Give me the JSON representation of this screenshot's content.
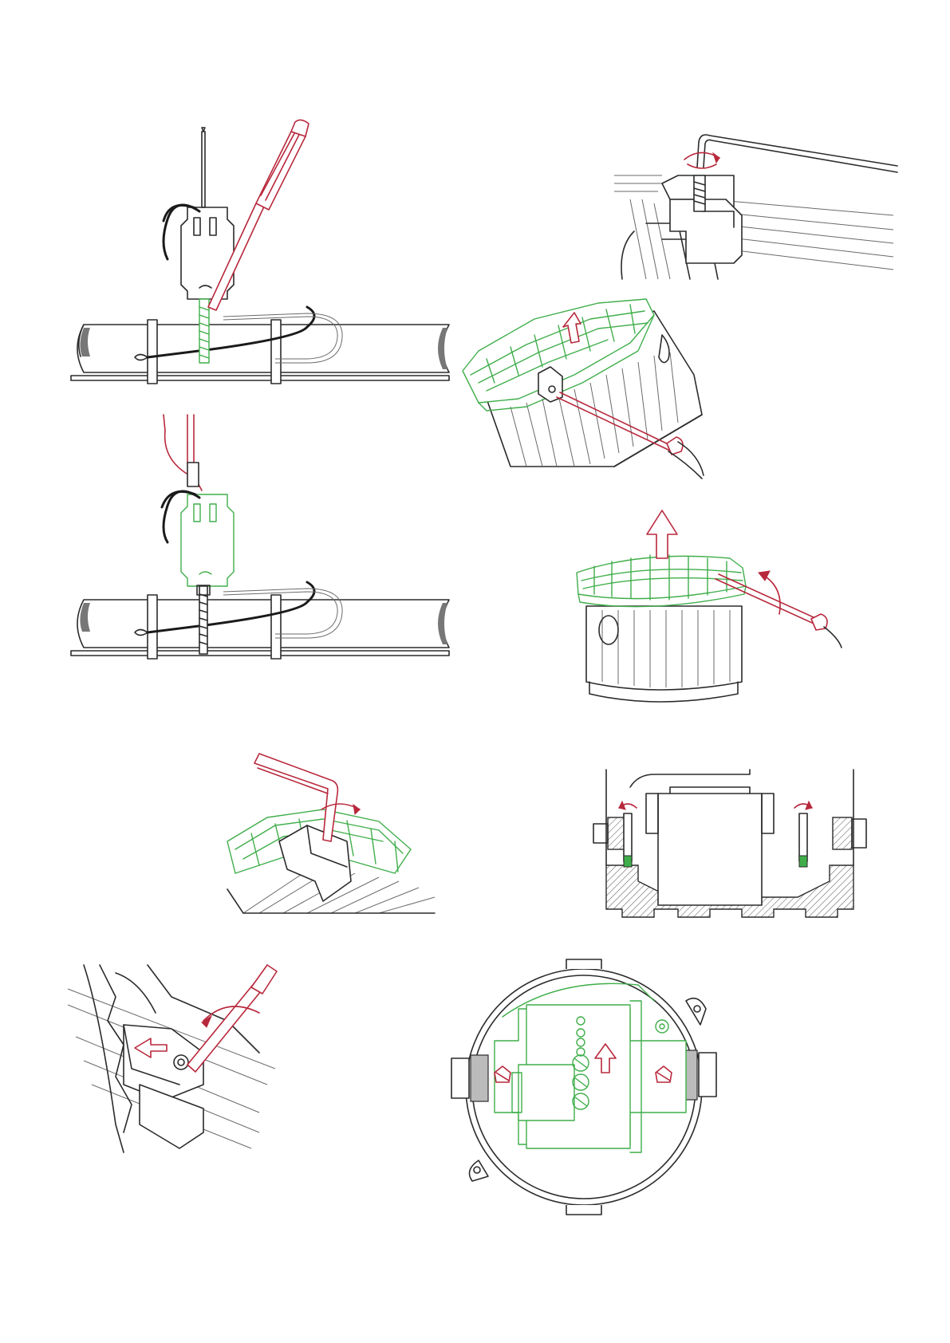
{
  "page": {
    "background": "#ffffff"
  },
  "colors": {
    "line": "#2b2b2b",
    "highlight_green": "#3fae4a",
    "tool_red": "#b8283c"
  },
  "figures": [
    {
      "id": "fig-1",
      "icon": "pipe-clamp-screwdriver-illustration"
    },
    {
      "id": "fig-2",
      "icon": "hex-key-tightening-illustration"
    },
    {
      "id": "fig-3",
      "icon": "lid-unclip-screwdriver-illustration"
    },
    {
      "id": "fig-4",
      "icon": "pipe-clamp-wired-illustration"
    },
    {
      "id": "fig-5",
      "icon": "lid-lift-off-illustration"
    },
    {
      "id": "fig-6",
      "icon": "hex-key-lid-illustration"
    },
    {
      "id": "fig-7",
      "icon": "enclosure-cross-section-illustration"
    },
    {
      "id": "fig-8",
      "icon": "latch-release-screwdriver-illustration"
    },
    {
      "id": "fig-9",
      "icon": "enclosure-top-view-illustration"
    }
  ]
}
